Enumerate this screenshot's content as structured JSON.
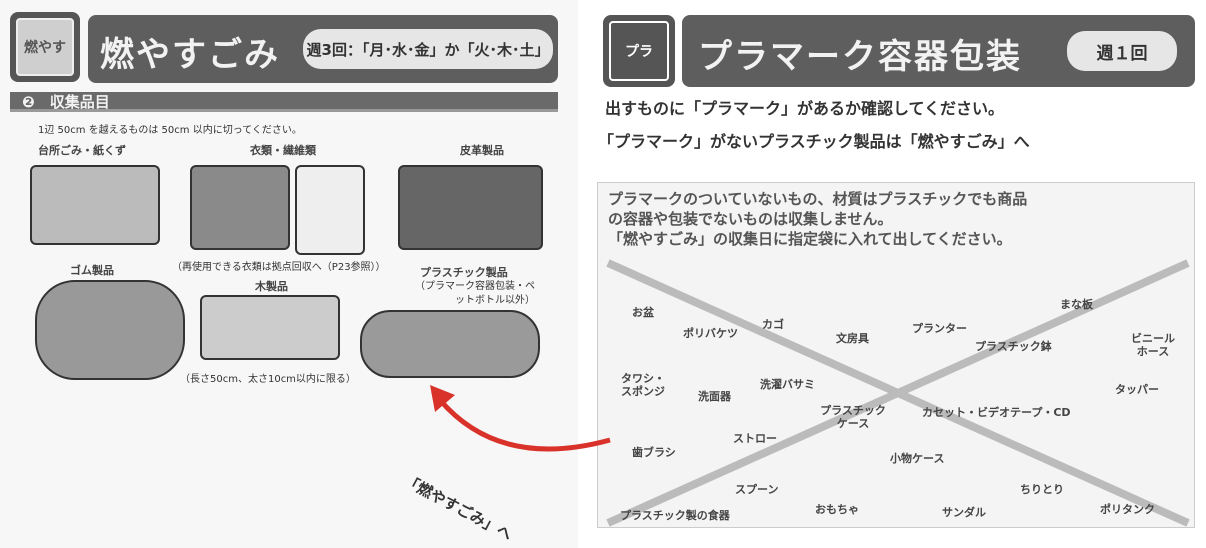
{
  "left": {
    "icon_label": "燃やす",
    "title": "燃やすごみ",
    "schedule": "週3回：「月･水･金」か「火･木･土」",
    "section_title": "❷　収集品目",
    "note": "1辺 50cm を越えるものは 50cm 以内に切ってください。",
    "categories": [
      {
        "label": "台所ごみ・紙くず"
      },
      {
        "label": "衣類・繊維類",
        "note": "（再使用できる衣類は拠点回収へ（P23参照））"
      },
      {
        "label": "皮革製品"
      },
      {
        "label": "ゴム製品"
      },
      {
        "label": "木製品",
        "note": "（長さ50cm、太さ10cm以内に限る）"
      },
      {
        "label": "プラスチック製品",
        "note": "（プラマーク容器包装・ペットボトル以外）"
      }
    ]
  },
  "right": {
    "icon_label": "プラ",
    "title": "プラマーク容器包装",
    "schedule": "週１回",
    "line1": "出すものに「プラマーク」があるか確認してください。",
    "line2": "「プラマーク」がないプラスチック製品は「燃やすごみ」へ",
    "box_line1": "プラマークのついていないもの、材質はプラスチックでも商品",
    "box_line2": "の容器や包装でないものは収集しません。",
    "box_line3": "「燃やすごみ」の収集日に指定袋に入れて出してください。",
    "items": [
      "お盆",
      "ポリバケツ",
      "カゴ",
      "文房具",
      "プランター",
      "プラスチック鉢",
      "まな板",
      "ビニールホース",
      "タワシ・スポンジ",
      "洗面器",
      "洗濯バサミ",
      "プラスチックケース",
      "カセット・ビデオテープ・CD",
      "タッパー",
      "ストロー",
      "歯ブラシ",
      "小物ケース",
      "スプーン",
      "プラスチック製の食器",
      "おもちゃ",
      "サンダル",
      "ちりとり",
      "ポリタンク"
    ]
  },
  "arrow_label": "「燃やすごみ」へ",
  "colors": {
    "header": "#5e5e5e",
    "arrow": "#d8322a"
  }
}
